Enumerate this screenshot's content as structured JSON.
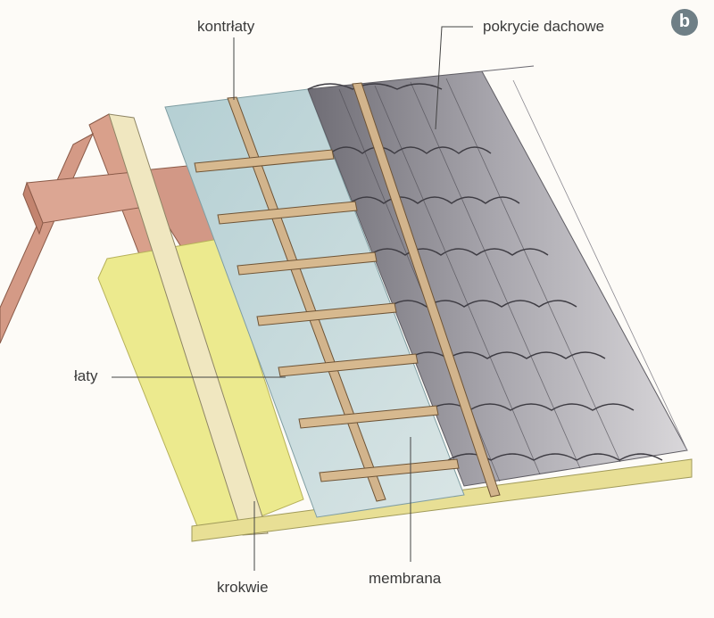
{
  "labels": {
    "kontrlaty": "kontrłaty",
    "pokrycie": "pokrycie dachowe",
    "laty": "łaty",
    "krokwie": "krokwie",
    "membrana": "membrana"
  },
  "badge": "b",
  "colors": {
    "membrane": "#bcd3d6",
    "insulation": "#ecea8e",
    "batten": "#d2b48c",
    "rafter": "#d9a08b",
    "tiles": "#8c8a92",
    "badge": "#6f7f86"
  }
}
